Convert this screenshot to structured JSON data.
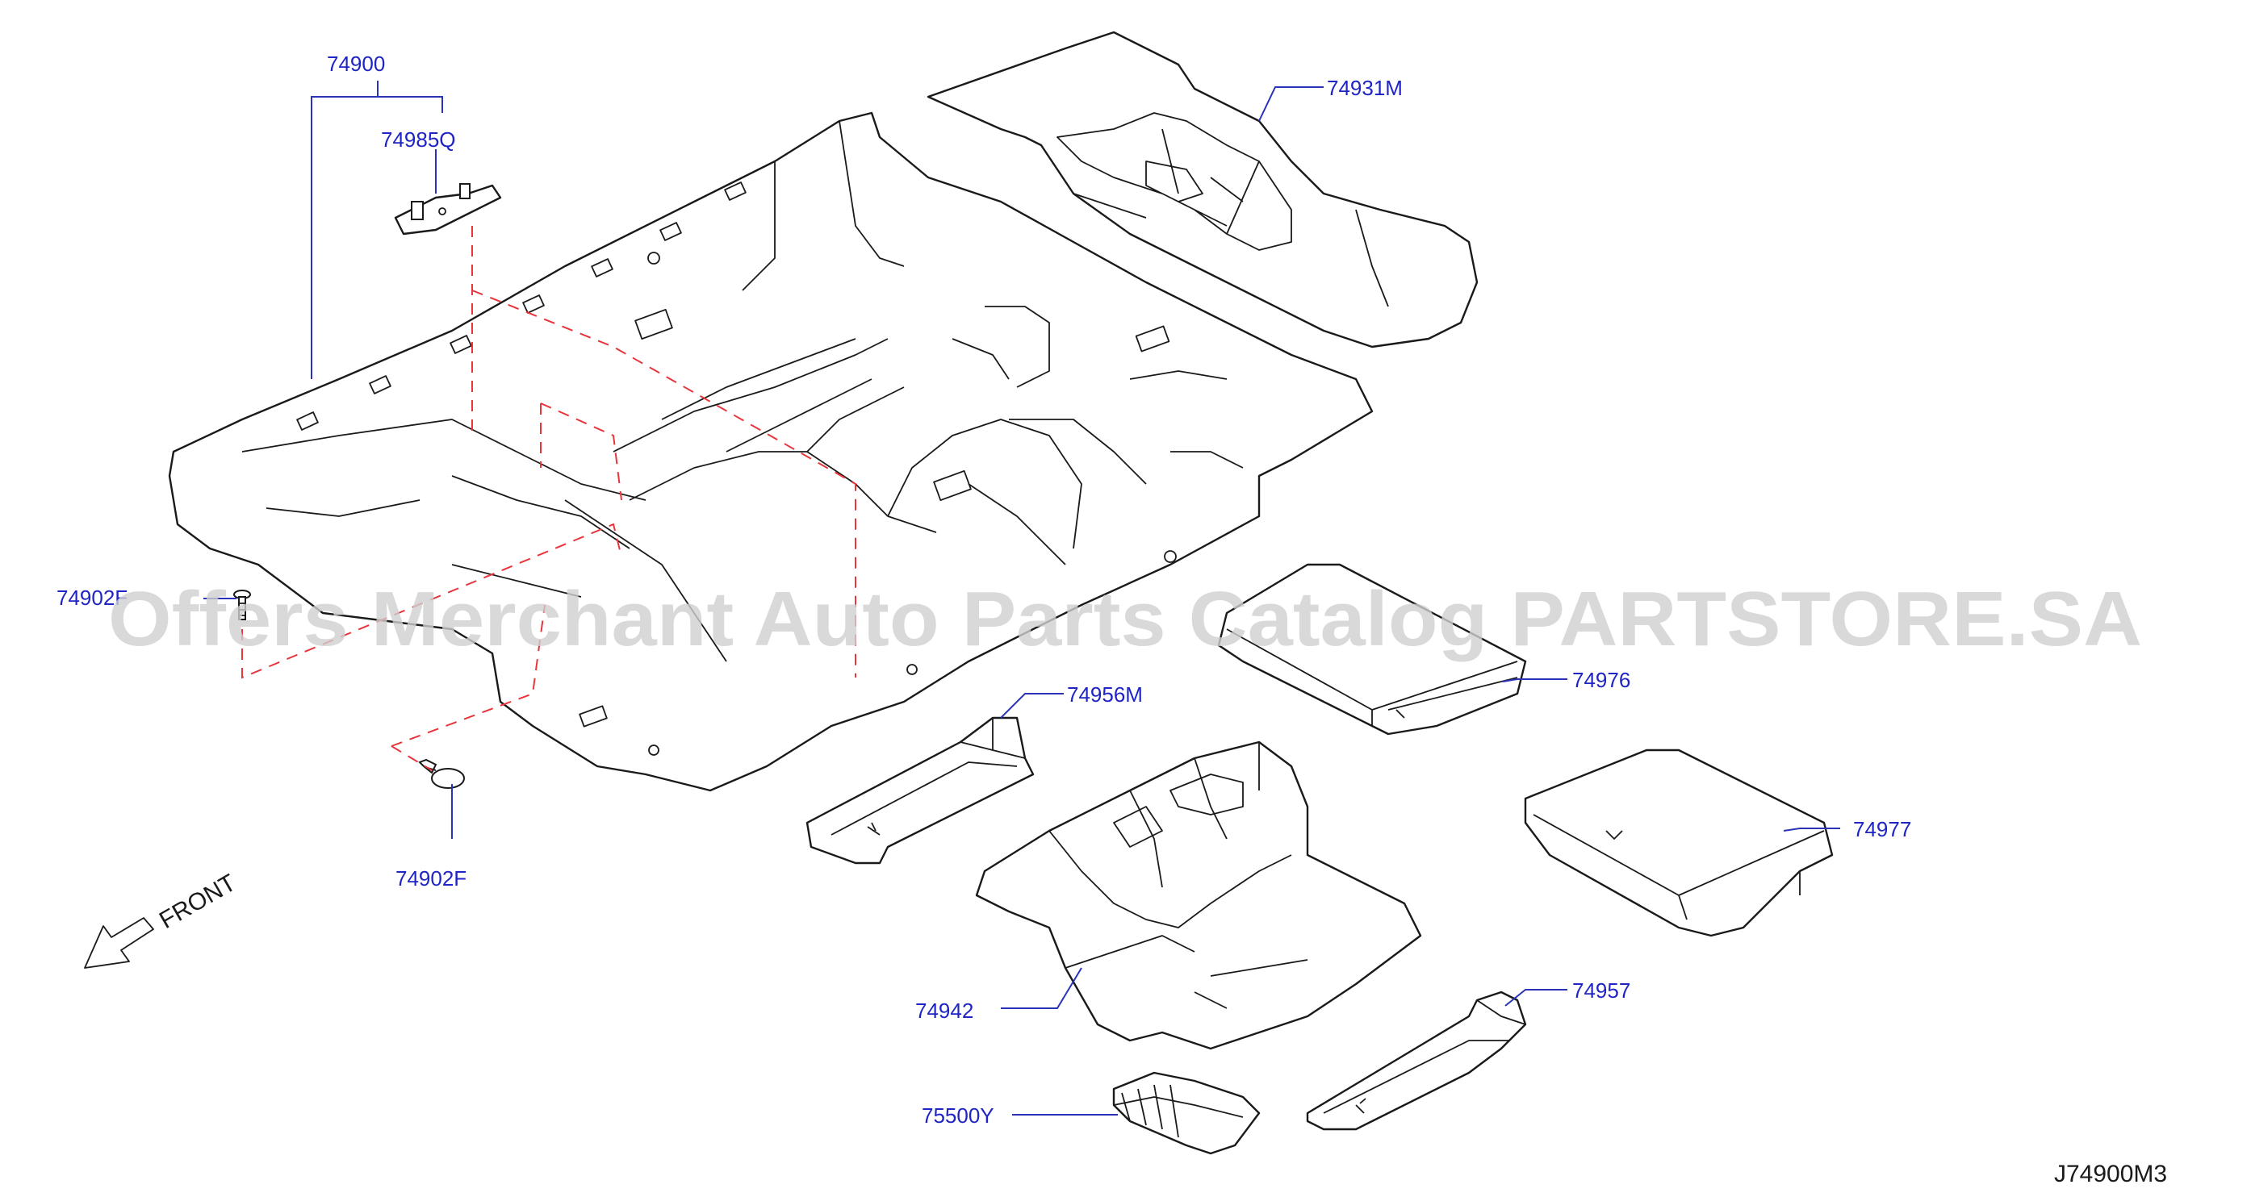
{
  "diagram": {
    "labels": {
      "p74900": "74900",
      "p74985q": "74985Q",
      "p74931m": "74931M",
      "p74902f_left": "74902F",
      "p74902f_bottom": "74902F",
      "p74956m": "74956M",
      "p74976": "74976",
      "p74977": "74977",
      "p74942": "74942",
      "p74957": "74957",
      "p75500y": "75500Y"
    },
    "front_label": "FRONT",
    "drawing_code": "J74900M3",
    "watermark": "Offers Merchant Auto Parts Catalog PARTSTORE.SA"
  },
  "colors": {
    "label_blue": "#1f24c4",
    "leader_blue": "#2a33b8",
    "dashed_red": "#e8353c",
    "line_black": "#1a1a1a",
    "watermark_gray": "#cfcfcf"
  }
}
